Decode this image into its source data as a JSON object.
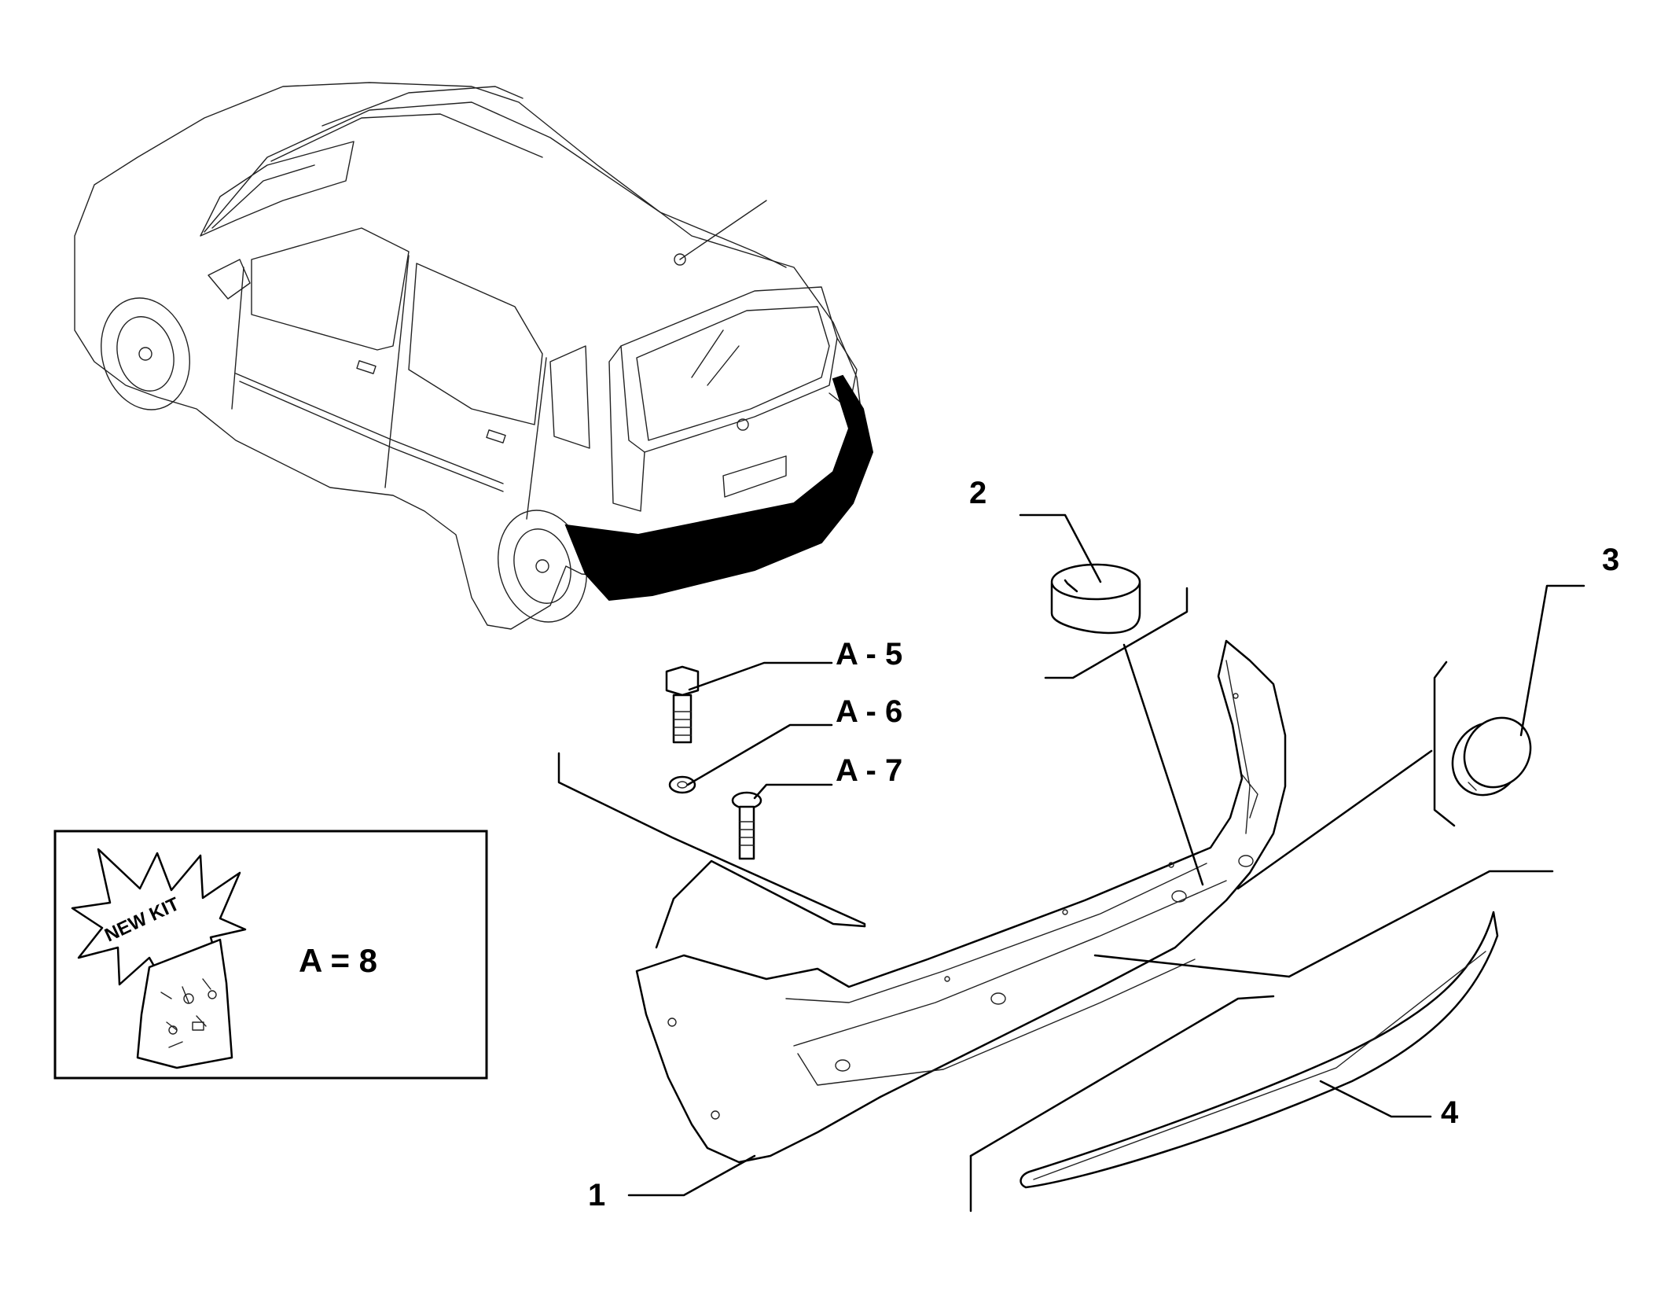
{
  "callouts": {
    "part1": "1",
    "part2": "2",
    "part3": "3",
    "part4": "4",
    "a5": "A - 5",
    "a6": "A - 6",
    "a7": "A - 7"
  },
  "kit": {
    "badge": "NEW KIT",
    "label": "A = 8"
  },
  "colors": {
    "line": "#000000",
    "background": "#ffffff",
    "highlight": "#000000"
  },
  "icons": [
    "car-icon",
    "bumper-icon",
    "plug-icon",
    "cap-icon",
    "trim-strip-icon",
    "bolt-icon",
    "washer-icon",
    "screw-icon",
    "starburst-icon",
    "kit-bag-icon"
  ]
}
